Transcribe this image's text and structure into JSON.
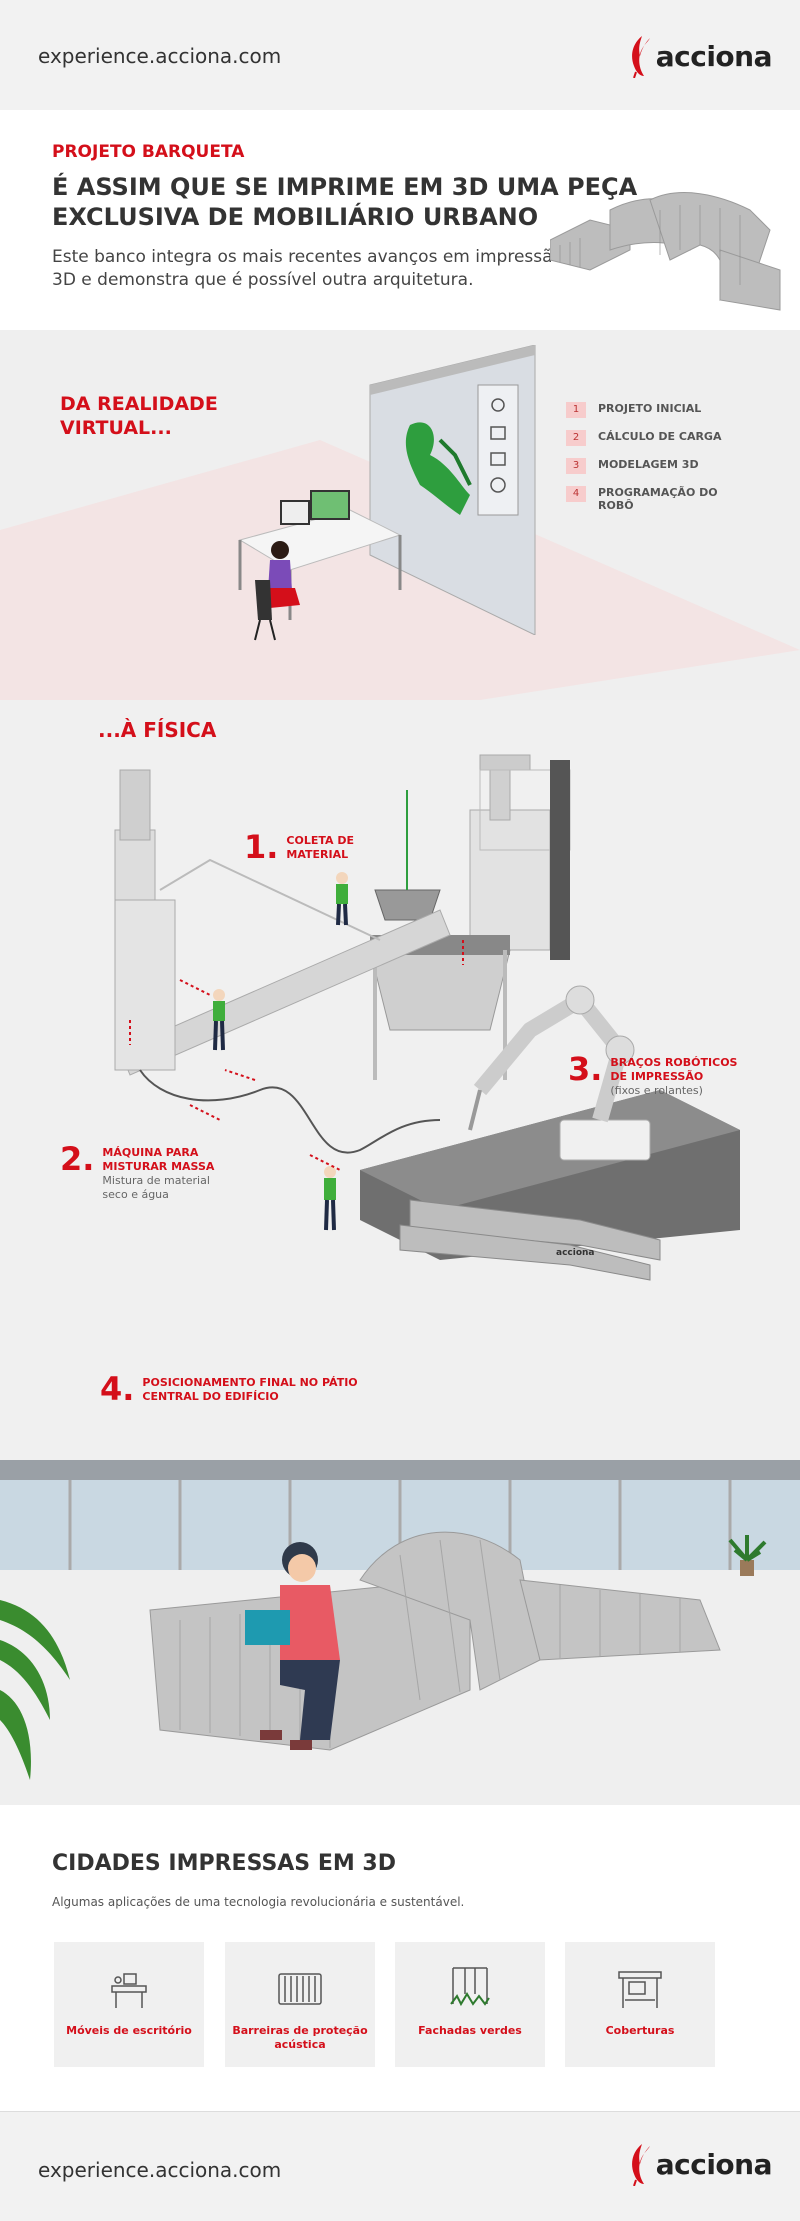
{
  "header": {
    "site_url": "experience.acciona.com",
    "logo_text": "acciona"
  },
  "intro": {
    "kicker": "PROJETO BARQUETA",
    "title": "É ASSIM QUE SE IMPRIME EM 3D UMA PEÇA EXCLUSIVA DE MOBILIÁRIO URBANO",
    "subtitle": "Este banco integra os mais recentes avanços em impressão 3D e demonstra que é possível outra arquitetura."
  },
  "virtual": {
    "heading": "DA REALIDADE VIRTUAL...",
    "list": [
      {
        "num": "1",
        "label": "PROJETO INICIAL"
      },
      {
        "num": "2",
        "label": "CÁLCULO DE CARGA"
      },
      {
        "num": "3",
        "label": "MODELAGEM 3D"
      },
      {
        "num": "4",
        "label": "PROGRAMAÇÃO DO ROBÔ"
      }
    ]
  },
  "physical": {
    "heading": "...À FÍSICA",
    "steps": [
      {
        "num": "1.",
        "title": "COLETA DE MATERIAL",
        "desc": ""
      },
      {
        "num": "2.",
        "title": "MÁQUINA PARA MISTURAR MASSA",
        "desc": "Mistura de material seco e água"
      },
      {
        "num": "3.",
        "title": "BRAÇOS ROBÓTICOS DE IMPRESSÃO",
        "desc": "(fixos e rolantes)"
      },
      {
        "num": "4.",
        "title": "POSICIONAMENTO FINAL NO PÁTIO CENTRAL DO EDIFÍCIO",
        "desc": ""
      }
    ],
    "robot_brand": "acciona"
  },
  "cities": {
    "title": "CIDADES IMPRESSAS EM 3D",
    "subtitle": "Algumas aplicações de uma tecnologia revolucionária e sustentável.",
    "cards": [
      {
        "label": "Móveis de escritório",
        "icon": "office-furniture-icon"
      },
      {
        "label": "Barreiras de proteção acústica",
        "icon": "acoustic-barrier-icon"
      },
      {
        "label": "Fachadas verdes",
        "icon": "green-facade-icon"
      },
      {
        "label": "Coberturas",
        "icon": "shelter-icon"
      }
    ]
  },
  "footer": {
    "site_url": "experience.acciona.com",
    "logo_text": "acciona"
  },
  "colors": {
    "brand_red": "#d40f1a",
    "bench_gray": "#b8b8b8",
    "accent_green": "#2e9e3e",
    "pink_badge": "#f7cccc"
  }
}
